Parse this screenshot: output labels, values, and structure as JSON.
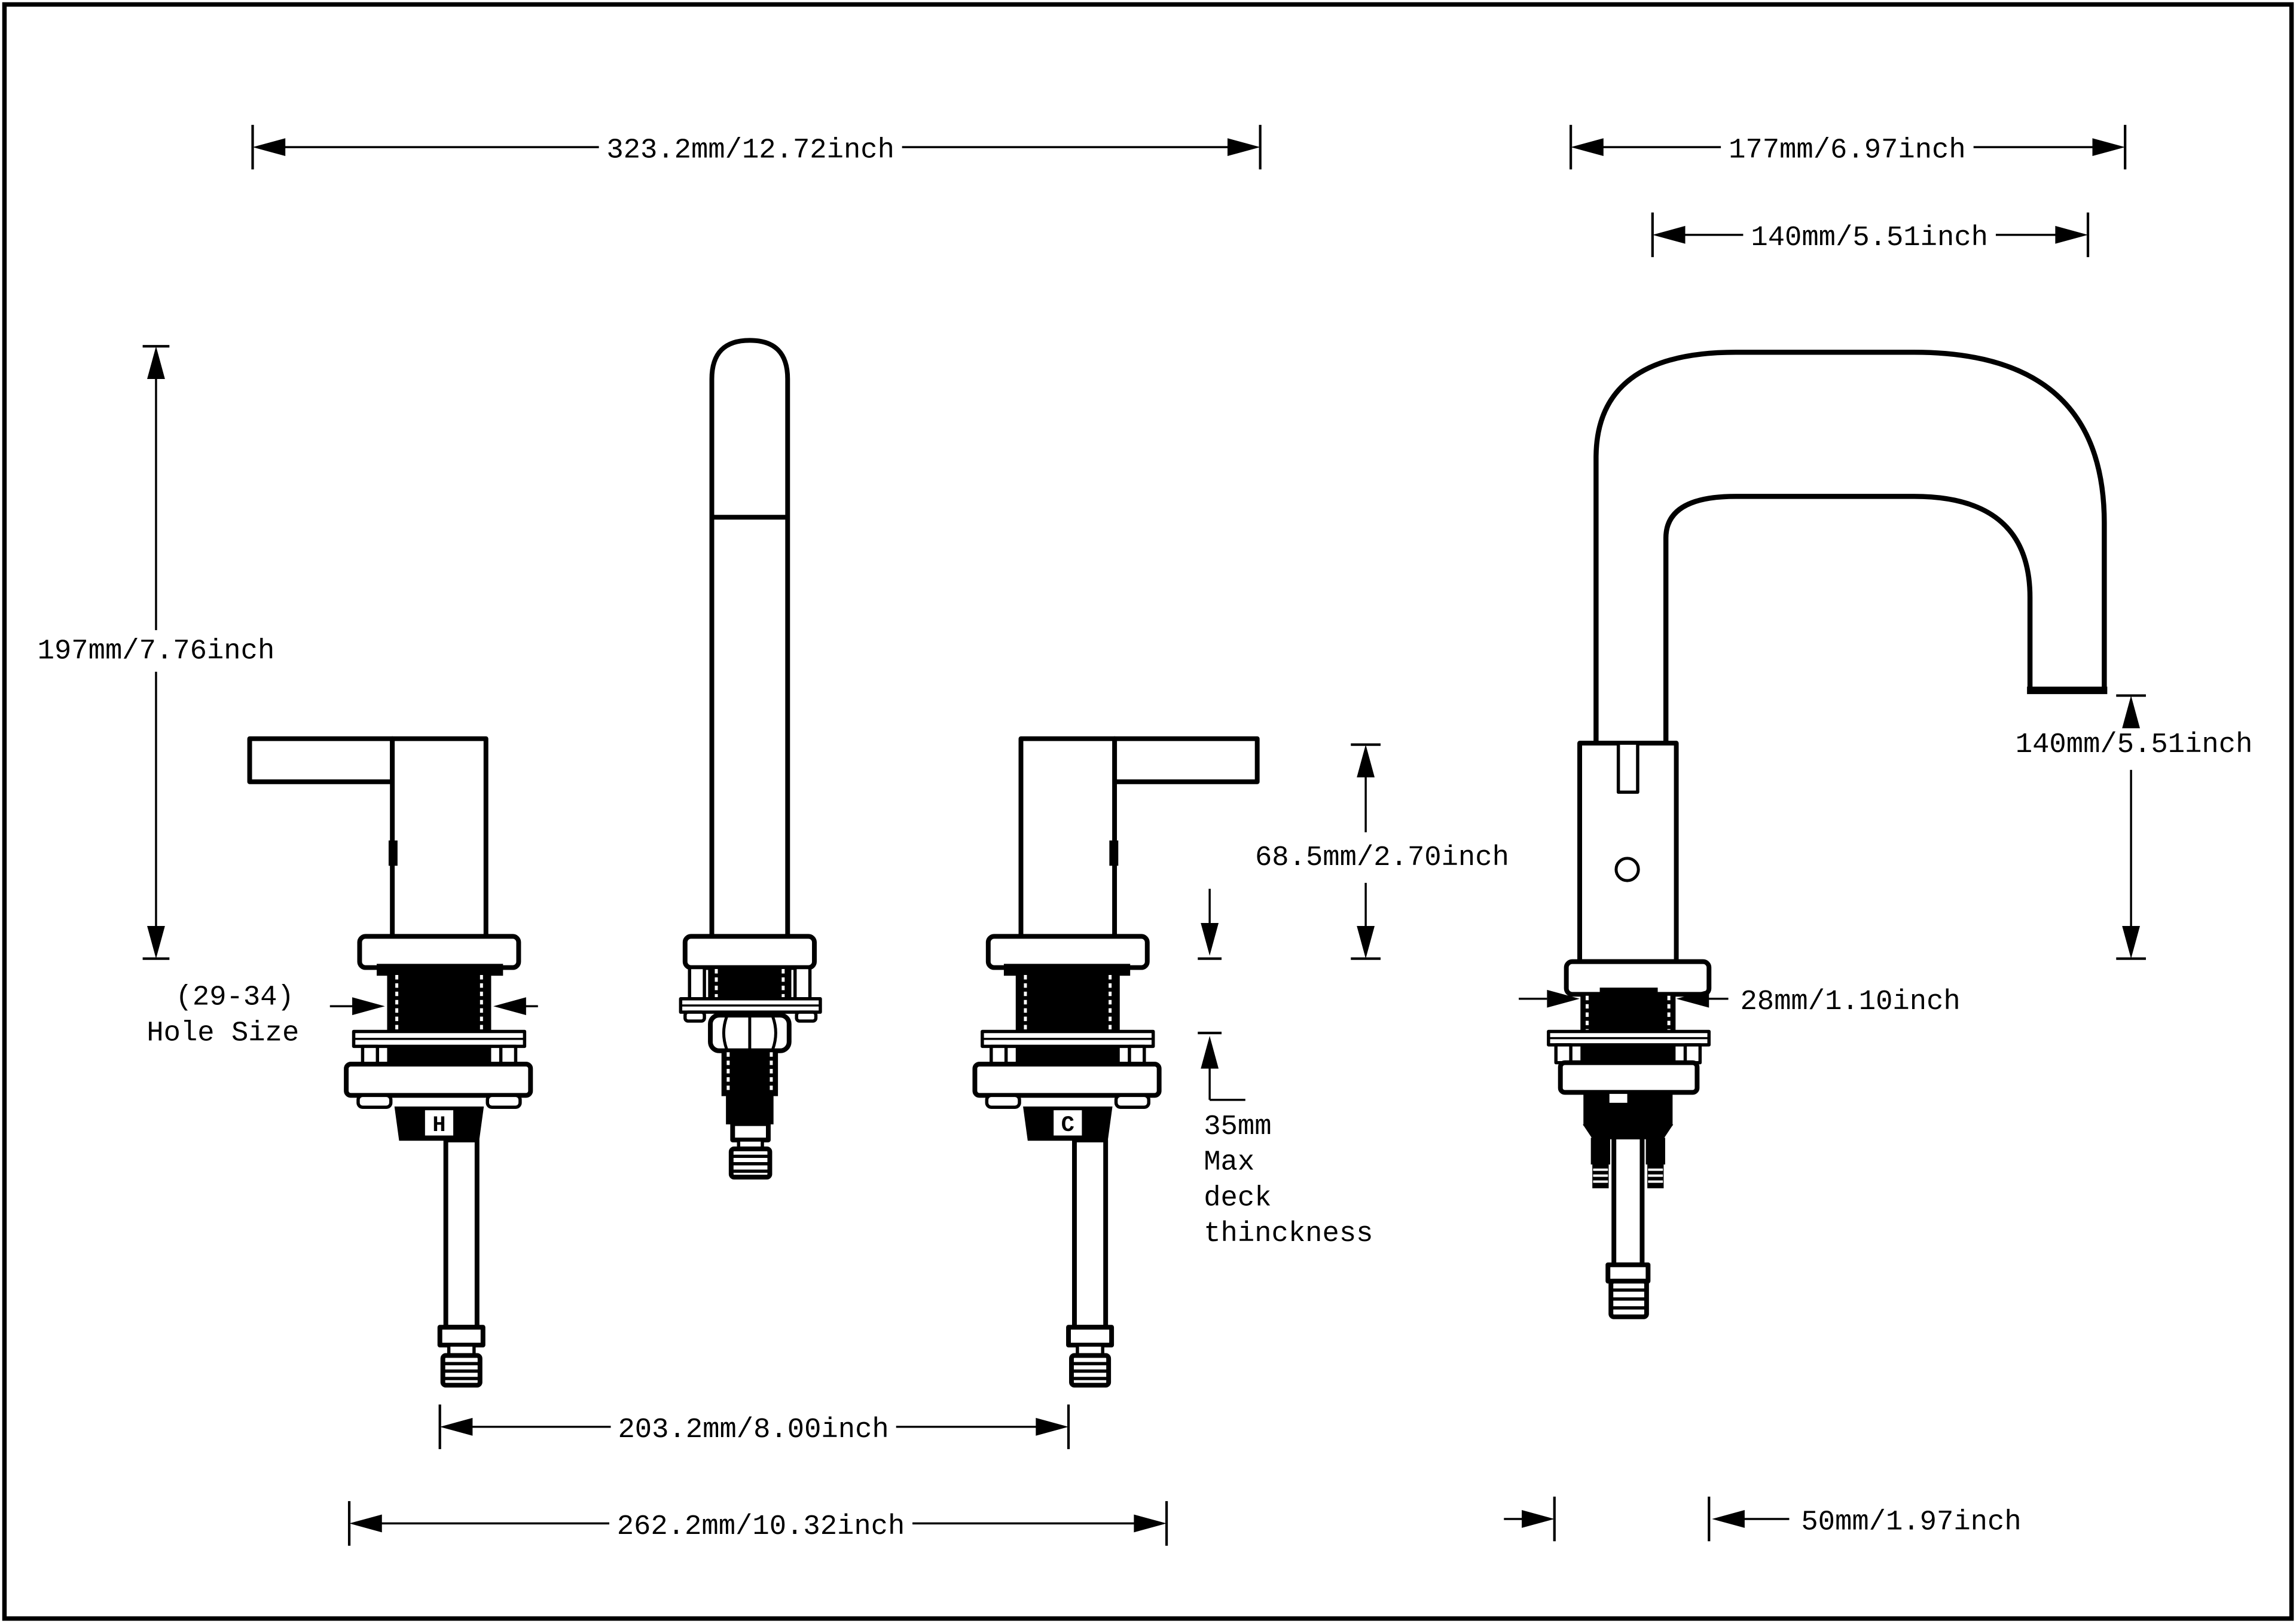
{
  "page": {
    "background": "#ffffff",
    "line_color": "#000000"
  },
  "labels": {
    "hot_handle": "H",
    "cold_handle": "C"
  },
  "dimensions": {
    "overall_width": "323.2mm/12.72inch",
    "overall_height": "197mm/7.76inch",
    "hole_size_line1": "(29-34)",
    "hole_size_line2": "Hole Size",
    "handle_height": "68.5mm/2.70inch",
    "deck_line1": "35mm",
    "deck_line2": "Max",
    "deck_line3": "deck",
    "deck_line4": "thinckness",
    "handle_spacing": "203.2mm/8.00inch",
    "base_width": "262.2mm/10.32inch",
    "spout_reach_overall": "177mm/6.97inch",
    "spout_reach": "140mm/5.51inch",
    "spout_height": "140mm/5.51inch",
    "shank_diameter": "28mm/1.10inch",
    "base_diameter": "50mm/1.97inch"
  }
}
